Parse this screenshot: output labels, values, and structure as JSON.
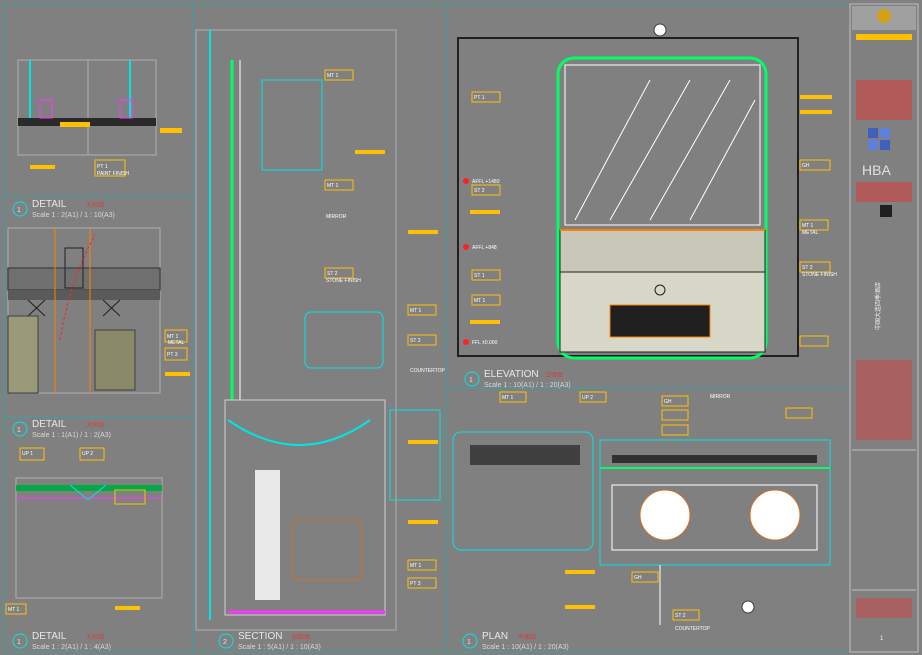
{
  "views": {
    "detail_a": {
      "title": "DETAIL",
      "cn": "大样图",
      "scale": "Scale 1 : 2(A1) / 1 : 10(A3)",
      "num": "1"
    },
    "detail_b": {
      "title": "DETAIL",
      "cn": "大样图",
      "scale": "Scale 1 : 1(A1) / 1 : 2(A3)",
      "num": "1"
    },
    "detail_c": {
      "title": "DETAIL",
      "cn": "大样图",
      "scale": "Scale 1 : 2(A1) / 1 : 4(A3)",
      "num": "1"
    },
    "section": {
      "title": "SECTION",
      "cn": "剖面图",
      "scale": "Scale 1 : 5(A1) / 1 : 10(A3)",
      "num": "2"
    },
    "elevation": {
      "title": "ELEVATION",
      "cn": "立面图",
      "scale": "Scale 1 : 10(A1) / 1 : 20(A3)",
      "num": "1"
    },
    "plan": {
      "title": "PLAN",
      "cn": "平面图",
      "scale": "Scale 1 : 10(A1) / 1 : 20(A3)",
      "num": "1"
    }
  },
  "callouts": {
    "mt1": "MT 1",
    "st1": "ST 1",
    "st2": "ST 2",
    "pt1": "PT 1",
    "pt3": "PT 3",
    "up1": "UP 1",
    "up2": "UP 2",
    "gh": "GH",
    "metal": "METAL",
    "mirror": "MIRROR",
    "stone_finish": "STONE FINISH",
    "paint_finish": "PAINT FINISH",
    "countertop": "COUNTERTOP"
  },
  "elev_tags": {
    "afl_1480": "AFFL +1480",
    "afl_848": "AFFL +848",
    "ffl": "FFL ±0.000"
  },
  "title_block": {
    "firm": "HBA",
    "project_cn": "中国大连四季酒店",
    "sheet_no": "1"
  },
  "colors": {
    "background": "#808080",
    "annotation": "#ffc000",
    "linework": "#00ff66",
    "cyan": "#00e5e5",
    "magenta": "#ff33ff",
    "orange": "#ff8000",
    "white": "#ffffff"
  },
  "icons": {
    "north_marker": "section-marker-icon",
    "basin": "basin-icon",
    "hba_logo": "hba-logo-icon"
  }
}
